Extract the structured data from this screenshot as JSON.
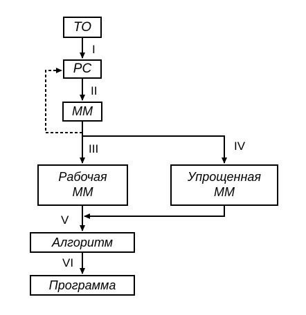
{
  "diagram": {
    "boxes": {
      "to": "ТО",
      "rs": "РС",
      "mm": "ММ",
      "working_mm_line1": "Рабочая",
      "working_mm_line2": "ММ",
      "simplified_mm_line1": "Упрощенная",
      "simplified_mm_line2": "ММ",
      "algorithm": "Алгоритм",
      "program": "Программа"
    },
    "stage_labels": {
      "s1": "I",
      "s2": "II",
      "s3": "III",
      "s4": "IV",
      "s5": "V",
      "s6": "VI"
    }
  }
}
